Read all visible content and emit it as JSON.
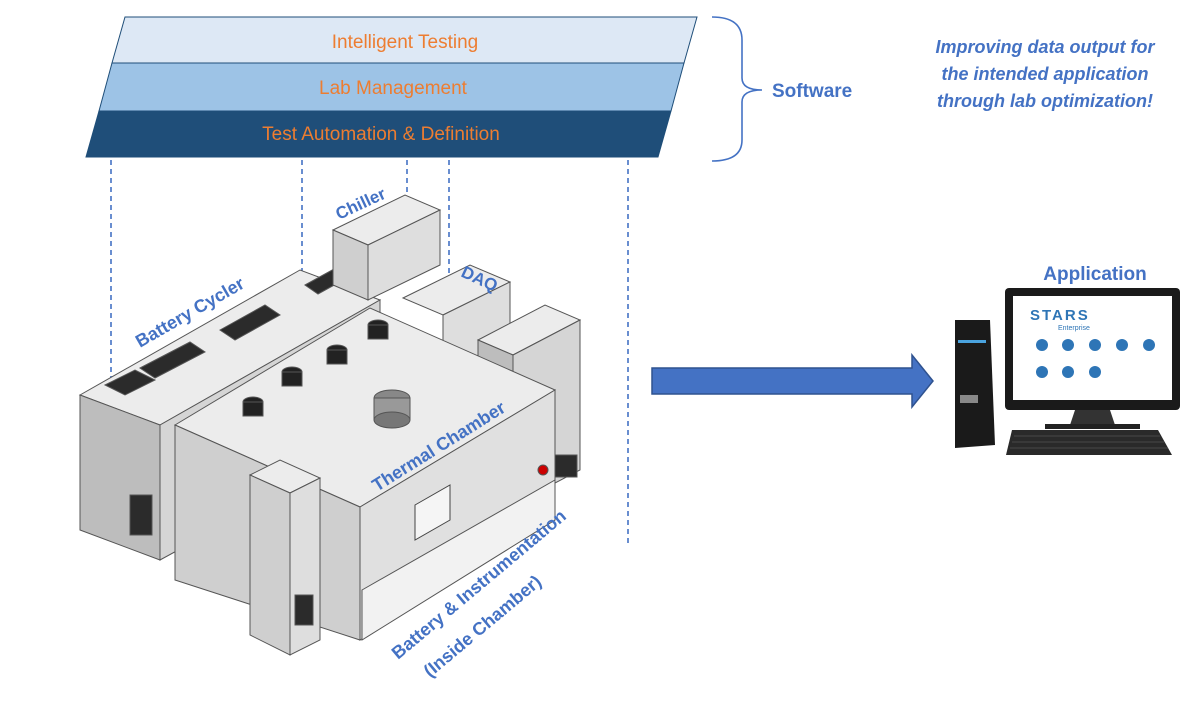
{
  "software_stack": {
    "layers": [
      {
        "label": "Intelligent Testing",
        "fill": "#dde8f5"
      },
      {
        "label": "Lab Management",
        "fill": "#9dc3e6"
      },
      {
        "label": "Test Automation & Definition",
        "fill": "#1f4e79"
      }
    ],
    "brace_label": "Software",
    "text_color": "#ed7d31"
  },
  "tagline": "Improving data output for the intended application through lab optimization!",
  "hardware_labels": {
    "chiller": "Chiller",
    "daq": "DAQ",
    "battery_cycler": "Battery Cycler",
    "thermal_chamber": "Thermal Chamber",
    "battery_instrumentation_line1": "Battery & Instrumentation",
    "battery_instrumentation_line2": "(Inside Chamber)"
  },
  "application": {
    "title": "Application",
    "screen_logo": "STARS",
    "screen_subtitle": "Enterprise"
  },
  "colors": {
    "label_blue": "#4472c4",
    "arrow_blue": "#4472c4",
    "equipment_gray": "#c9c9c9",
    "equipment_light": "#e6e6e6",
    "equipment_dark": "#3a3a3a"
  }
}
